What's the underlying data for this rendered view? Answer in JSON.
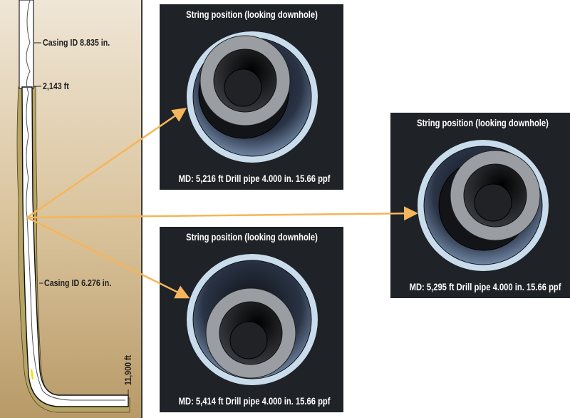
{
  "well": {
    "labels": {
      "upper_casing": "Casing ID 8.835 in.",
      "shoe_depth": "2,143 ft",
      "lower_casing": "Casing ID 6.276 in.",
      "total_depth": "11,900 ft"
    }
  },
  "panels": [
    {
      "title": "String position (looking downhole)",
      "caption": "MD: 5,216 ft Drill pipe 4.000 in. 15.66 ppf"
    },
    {
      "title": "String position (looking downhole)",
      "caption": "MD: 5,414 ft Drill pipe 4.000 in. 15.66 ppf"
    },
    {
      "title": "String position (looking downhole)",
      "caption": "MD: 5,295 ft Drill pipe 4.000 in. 15.66 ppf"
    }
  ],
  "colors": {
    "arrow": "#f5b55a",
    "panel_bg": "#1f2226",
    "casing_ring": "#c9dcec",
    "pipe": "#9a9ea3",
    "earth": "#d9c29a"
  }
}
